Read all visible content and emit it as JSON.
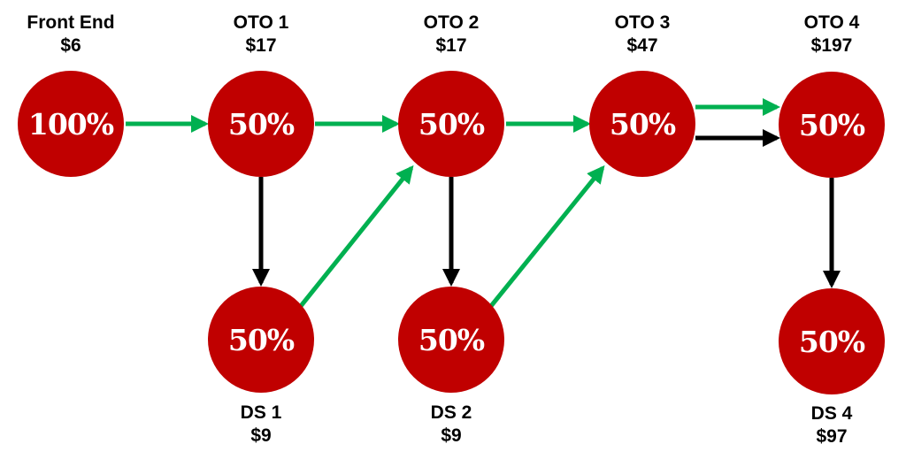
{
  "colors": {
    "node_fill": "#c00000",
    "node_text": "#ffffff",
    "yes_arrow": "#00b050",
    "no_arrow": "#000000"
  },
  "nodes": {
    "front_end": {
      "title": "Front End",
      "price": "$6",
      "percent": "100%"
    },
    "oto1": {
      "title": "OTO 1",
      "price": "$17",
      "percent": "50%"
    },
    "oto2": {
      "title": "OTO 2",
      "price": "$17",
      "percent": "50%"
    },
    "oto3": {
      "title": "OTO 3",
      "price": "$47",
      "percent": "50%"
    },
    "oto4": {
      "title": "OTO 4",
      "price": "$197",
      "percent": "50%"
    },
    "ds1": {
      "title": "DS 1",
      "price": "$9",
      "percent": "50%"
    },
    "ds2": {
      "title": "DS 2",
      "price": "$9",
      "percent": "50%"
    },
    "ds4": {
      "title": "DS 4",
      "price": "$97",
      "percent": "50%"
    }
  }
}
